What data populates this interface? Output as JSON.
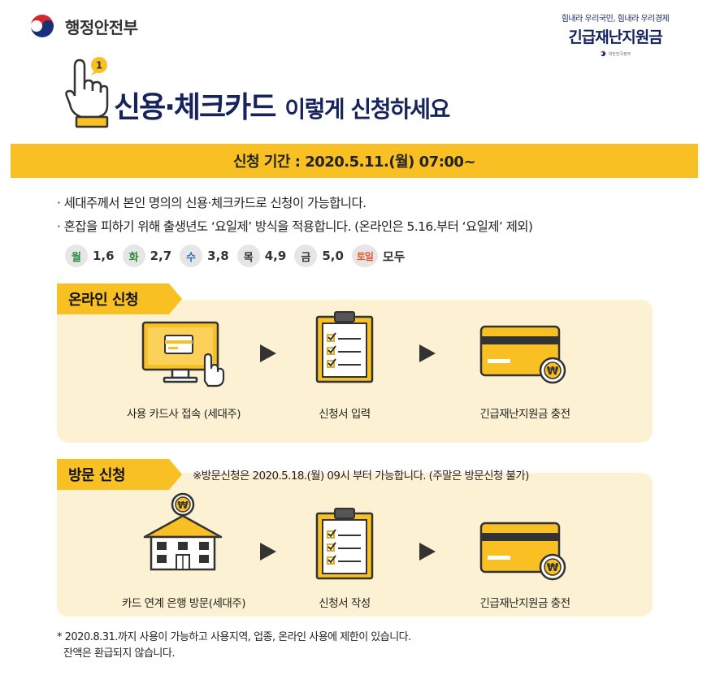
{
  "header": {
    "ministry_name": "행정안전부",
    "brand_tagline": "힘내라 우리국민, 힘내라 우리경제",
    "brand_title": "긴급재난지원금",
    "brand_footer": "대한민국정부"
  },
  "title": {
    "main": "신용·체크카드",
    "sub": "이렇게 신청하세요",
    "badge": "1"
  },
  "period": "신청 기간 : 2020.5.11.(월) 07:00~",
  "notes": [
    "· 세대주께서 본인 명의의 신용·체크카드로 신청이 가능합니다.",
    "· 혼잡을 피하기 위해 출생년도 ‘요일제’ 방식을 적용합니다. (온라인은 5.16.부터 ‘요일제’ 제외)"
  ],
  "weekday_schedule": [
    {
      "day": "월",
      "digits": "1,6",
      "color": "#2e8b3e"
    },
    {
      "day": "화",
      "digits": "2,7",
      "color": "#2e8b3e"
    },
    {
      "day": "수",
      "digits": "3,8",
      "color": "#2f6fb8"
    },
    {
      "day": "목",
      "digits": "4,9",
      "color": "#333333"
    },
    {
      "day": "금",
      "digits": "5,0",
      "color": "#333333"
    },
    {
      "day": "토일",
      "digits": "모두",
      "color": "#e2562a"
    }
  ],
  "online": {
    "tag": "온라인 신청",
    "steps": [
      "사용 카드사 접속 (세대주)",
      "신청서 입력",
      "긴급재난지원금 충전"
    ]
  },
  "visit": {
    "tag": "방문 신청",
    "note": "※방문신청은 2020.5.18.(월) 09시 부터 가능합니다. (주말은 방문신청 불가)",
    "steps": [
      "카드 연계 은행 방문(세대주)",
      "신청서 작성",
      "긴급재난지원금 충전"
    ],
    "won_symbol": "₩"
  },
  "footnote": [
    "* 2020.8.31.까지 사용이 가능하고 사용지역, 업종, 온라인 사용에 제한이 있습니다.",
    "잔액은 환급되지 않습니다."
  ],
  "colors": {
    "accent_yellow": "#f8c022",
    "panel_bg": "#fdf1d3",
    "navy": "#17245c"
  }
}
